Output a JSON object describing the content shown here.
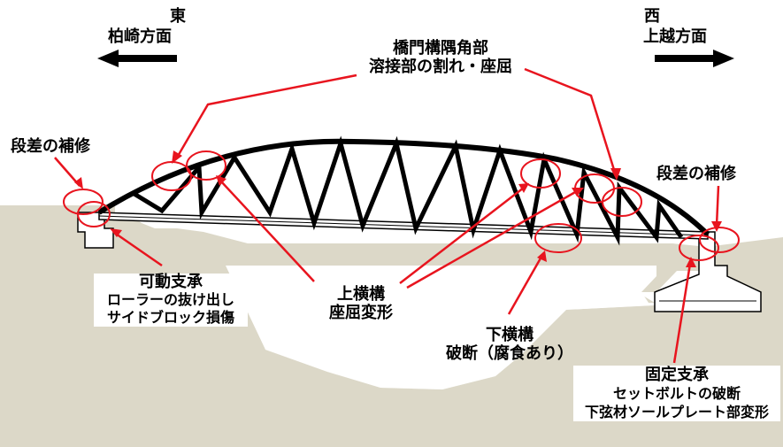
{
  "colors": {
    "ground": "#dcd8c8",
    "structure": "#000000",
    "annotation_red": "#e8141e",
    "background": "#ffffff"
  },
  "labels": {
    "east_dir": "東",
    "east_place": "柏崎方面",
    "west_dir": "西",
    "west_place": "上越方面",
    "portal_line1": "橋門構隅角部",
    "portal_line2": "溶接部の割れ・座屈",
    "step_left": "段差の補修",
    "step_right": "段差の補修",
    "movable_line1": "可動支承",
    "movable_line2": "ローラーの抜け出し",
    "movable_line3": "サイドブロック損傷",
    "upper_line1": "上横構",
    "upper_line2": "座屈変形",
    "lower_line1": "下横構",
    "lower_line2": "破断（腐食あり）",
    "fixed_line1": "固定支承",
    "fixed_line2": "セットボルトの破断",
    "fixed_line3": "下弦材ソールプレート部変形"
  }
}
